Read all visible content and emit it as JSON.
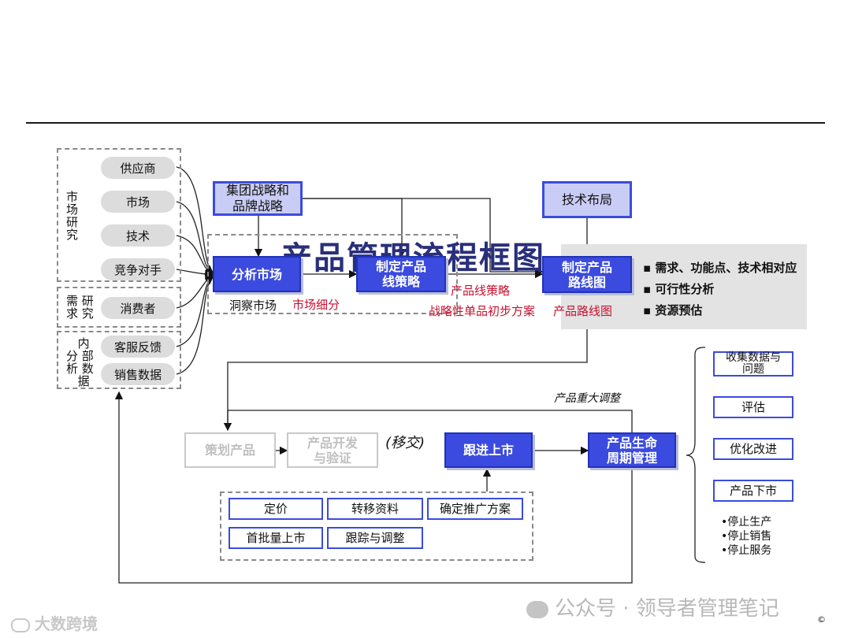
{
  "title": "产品管理流程框图",
  "inputs": {
    "market_research_label": "市场研究",
    "demand_research_label": "需求研究",
    "internal_analysis_label": "内部数据分析",
    "market_items": [
      "供应商",
      "市场",
      "技术",
      "竞争对手"
    ],
    "demand_items": [
      "消费者"
    ],
    "internal_items": [
      "客服反馈",
      "销售数据"
    ]
  },
  "top_inputs": {
    "group_strategy": "集团战略和\n品牌战略",
    "tech_layout": "技术布局"
  },
  "main_flow": {
    "analyze_market": "分析市场",
    "line_strategy": "制定产品\n线策略",
    "roadmap": "制定产品\n路线图",
    "insight": "洞察市场",
    "segment": "市场细分",
    "line_strategy_out": "产品线策略",
    "single_product_plan": "战略性单品初步方案",
    "roadmap_out": "产品路线图"
  },
  "roadmap_notes": [
    "需求、功能点、技术相对应",
    "可行性分析",
    "资源预估"
  ],
  "execution": {
    "plan_product": "策划产品",
    "develop_verify": "产品开发\n与验证",
    "handover": "(移交)",
    "follow_launch": "跟进上市",
    "lifecycle": "产品生命\n周期管理",
    "major_adjust": "产品重大调整"
  },
  "launch_tasks": [
    "定价",
    "转移资料",
    "确定推广方案",
    "首批量上市",
    "跟踪与调整"
  ],
  "lifecycle_steps": [
    "收集数据与\n问题",
    "评估",
    "优化改进",
    "产品下市"
  ],
  "delist_items": [
    "•停止生产",
    "•停止销售",
    "•停止服务"
  ],
  "watermarks": {
    "wechat": "公众号 · 领导者管理笔记",
    "corner": "大数跨境",
    "copyright": "©"
  },
  "colors": {
    "primary_blue": "#3b4bdf",
    "lavender": "#c9cdf5",
    "accent_red": "#c8102e",
    "dashed_gray": "#8a8a8a",
    "pill_gray": "#dcdcdc"
  }
}
